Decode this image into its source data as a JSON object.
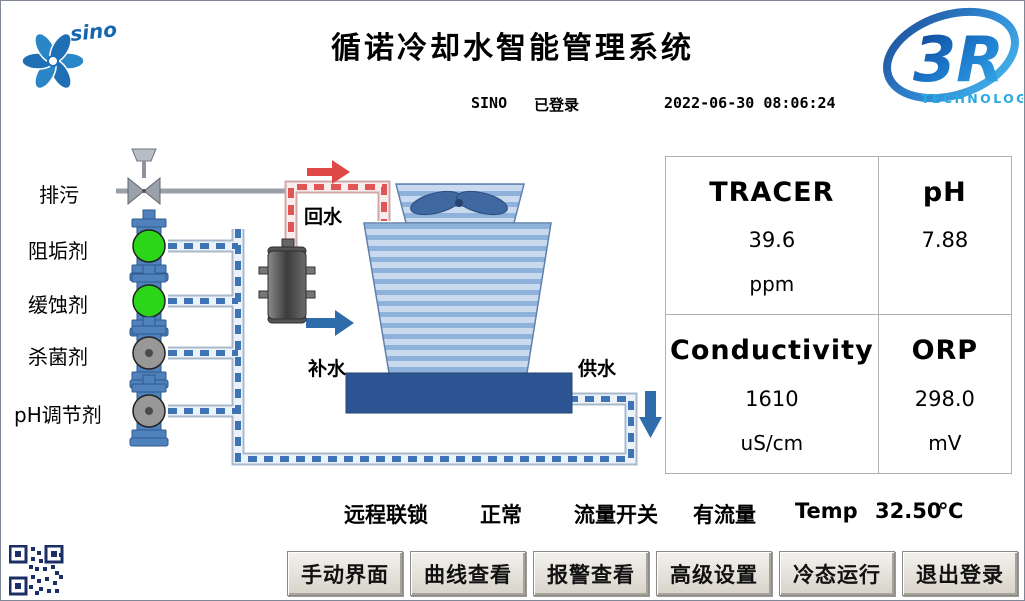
{
  "header": {
    "title": "循诺冷却水智能管理系统",
    "user": "SINO",
    "login_status": "已登录",
    "datetime": "2022-06-30  08:06:24"
  },
  "logos": {
    "sino_text": "sino",
    "r3_text": "3R",
    "r3_sub": "TECHNOLOGY"
  },
  "diagram": {
    "labels": {
      "blowdown": "排污",
      "scale_inhibitor": "阻垢剂",
      "corrosion_inhibitor": "缓蚀剂",
      "biocide": "杀菌剂",
      "ph_adjuster": "pH调节剂",
      "return_water": "回水",
      "makeup_water": "补水",
      "supply_water": "供水"
    }
  },
  "measurements": [
    {
      "name": "TRACER",
      "value": "39.6",
      "unit": "ppm"
    },
    {
      "name": "pH",
      "value": "7.88",
      "unit": ""
    },
    {
      "name": "Conductivity",
      "value": "1610",
      "unit": "uS/cm"
    },
    {
      "name": "ORP",
      "value": "298.0",
      "unit": "mV"
    }
  ],
  "status_bar": {
    "interlock_label": "远程联锁",
    "interlock_value": "正常",
    "flow_label": "流量开关",
    "flow_value": "有流量",
    "temp_label": "Temp",
    "temp_value": "32.50",
    "temp_unit": "℃"
  },
  "buttons": [
    {
      "label": "手动界面"
    },
    {
      "label": "曲线查看"
    },
    {
      "label": "报警查看"
    },
    {
      "label": "高级设置"
    },
    {
      "label": "冷态运行"
    },
    {
      "label": "退出登录"
    }
  ],
  "colors": {
    "pipe_blue": "#3f74b4",
    "pipe_red": "#e05656",
    "pump_on_green": "#2bd619",
    "pump_off_gray": "#989898",
    "basin_blue": "#2d5492",
    "logo_blue": "#1f6fb5",
    "tech_cyan": "#2aa9e0"
  }
}
